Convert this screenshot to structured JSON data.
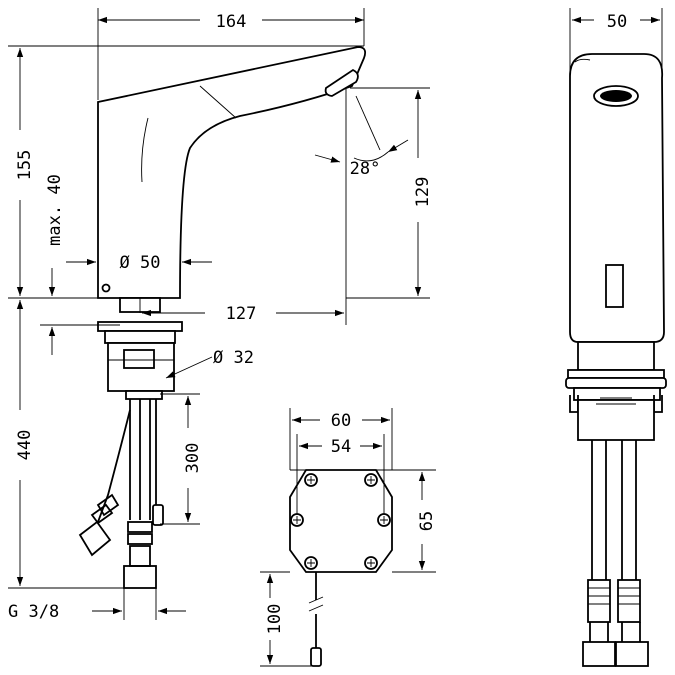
{
  "dimensions": {
    "spout_length": "164",
    "front_width": "50",
    "total_height": "155",
    "max_thickness": "max. 40",
    "spray_angle": "28°",
    "outlet_height": "129",
    "base_diameter": "Ø 50",
    "projection": "127",
    "hole_diameter": "Ø 32",
    "hose_length": "440",
    "cable_length": "300",
    "box_width_outer": "60",
    "box_width_inner": "54",
    "box_height": "65",
    "box_cable": "100",
    "thread": "G 3/8"
  },
  "icons": {
    "arrow": "dimension-arrow",
    "cable_break": "break-symbol",
    "screw": "cross-screw"
  }
}
